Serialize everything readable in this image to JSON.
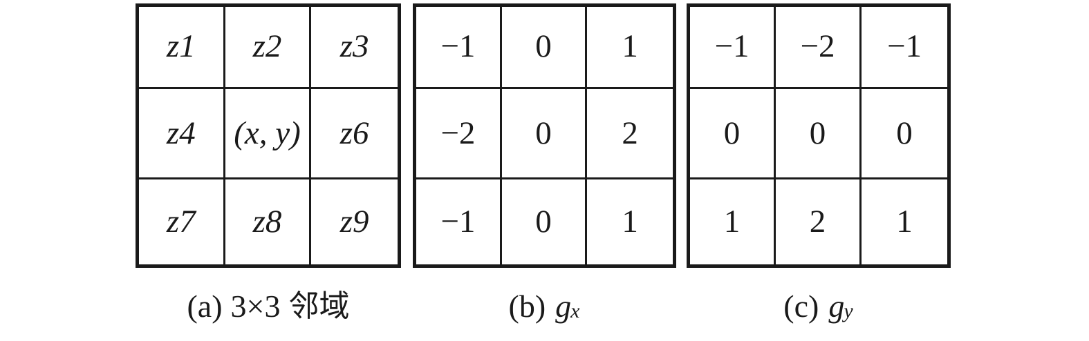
{
  "figure": {
    "title": "Sobel operator 3x3 neighborhood and gradient masks",
    "background_color": "#ffffff",
    "line_color": "#1a1a1a"
  },
  "panels": [
    {
      "id": "a",
      "kind": "neighborhood",
      "caption_lead": "(a)",
      "caption_size": "3×3",
      "caption_cjk": "邻域",
      "rows": [
        [
          "z1",
          "z2",
          "z3"
        ],
        [
          "z4",
          "(x, y)",
          "z6"
        ],
        [
          "z7",
          "z8",
          "z9"
        ]
      ]
    },
    {
      "id": "b",
      "kind": "kernel",
      "caption_lead": "(b)",
      "caption_symbol": "g",
      "caption_subscript": "x",
      "rows": [
        [
          "−1",
          "0",
          "1"
        ],
        [
          "−2",
          "0",
          "2"
        ],
        [
          "−1",
          "0",
          "1"
        ]
      ]
    },
    {
      "id": "c",
      "kind": "kernel",
      "caption_lead": "(c)",
      "caption_symbol": "g",
      "caption_subscript": "y",
      "rows": [
        [
          "−1",
          "−2",
          "−1"
        ],
        [
          "0",
          "0",
          "0"
        ],
        [
          "1",
          "2",
          "1"
        ]
      ]
    }
  ],
  "chart_data": {
    "type": "table",
    "title": "Sobel operator: 3×3 neighborhood and gx / gy gradient masks",
    "tables": [
      {
        "name": "3×3 邻域",
        "label": "(a) 3×3 邻域",
        "values": [
          [
            "z1",
            "z2",
            "z3"
          ],
          [
            "z4",
            "(x, y)",
            "z6"
          ],
          [
            "z7",
            "z8",
            "z9"
          ]
        ]
      },
      {
        "name": "gx",
        "label": "(b) gx",
        "values": [
          [
            -1,
            0,
            1
          ],
          [
            -2,
            0,
            2
          ],
          [
            -1,
            0,
            1
          ]
        ]
      },
      {
        "name": "gy",
        "label": "(c) gy",
        "values": [
          [
            -1,
            -2,
            -1
          ],
          [
            0,
            0,
            0
          ],
          [
            1,
            2,
            1
          ]
        ]
      }
    ]
  }
}
